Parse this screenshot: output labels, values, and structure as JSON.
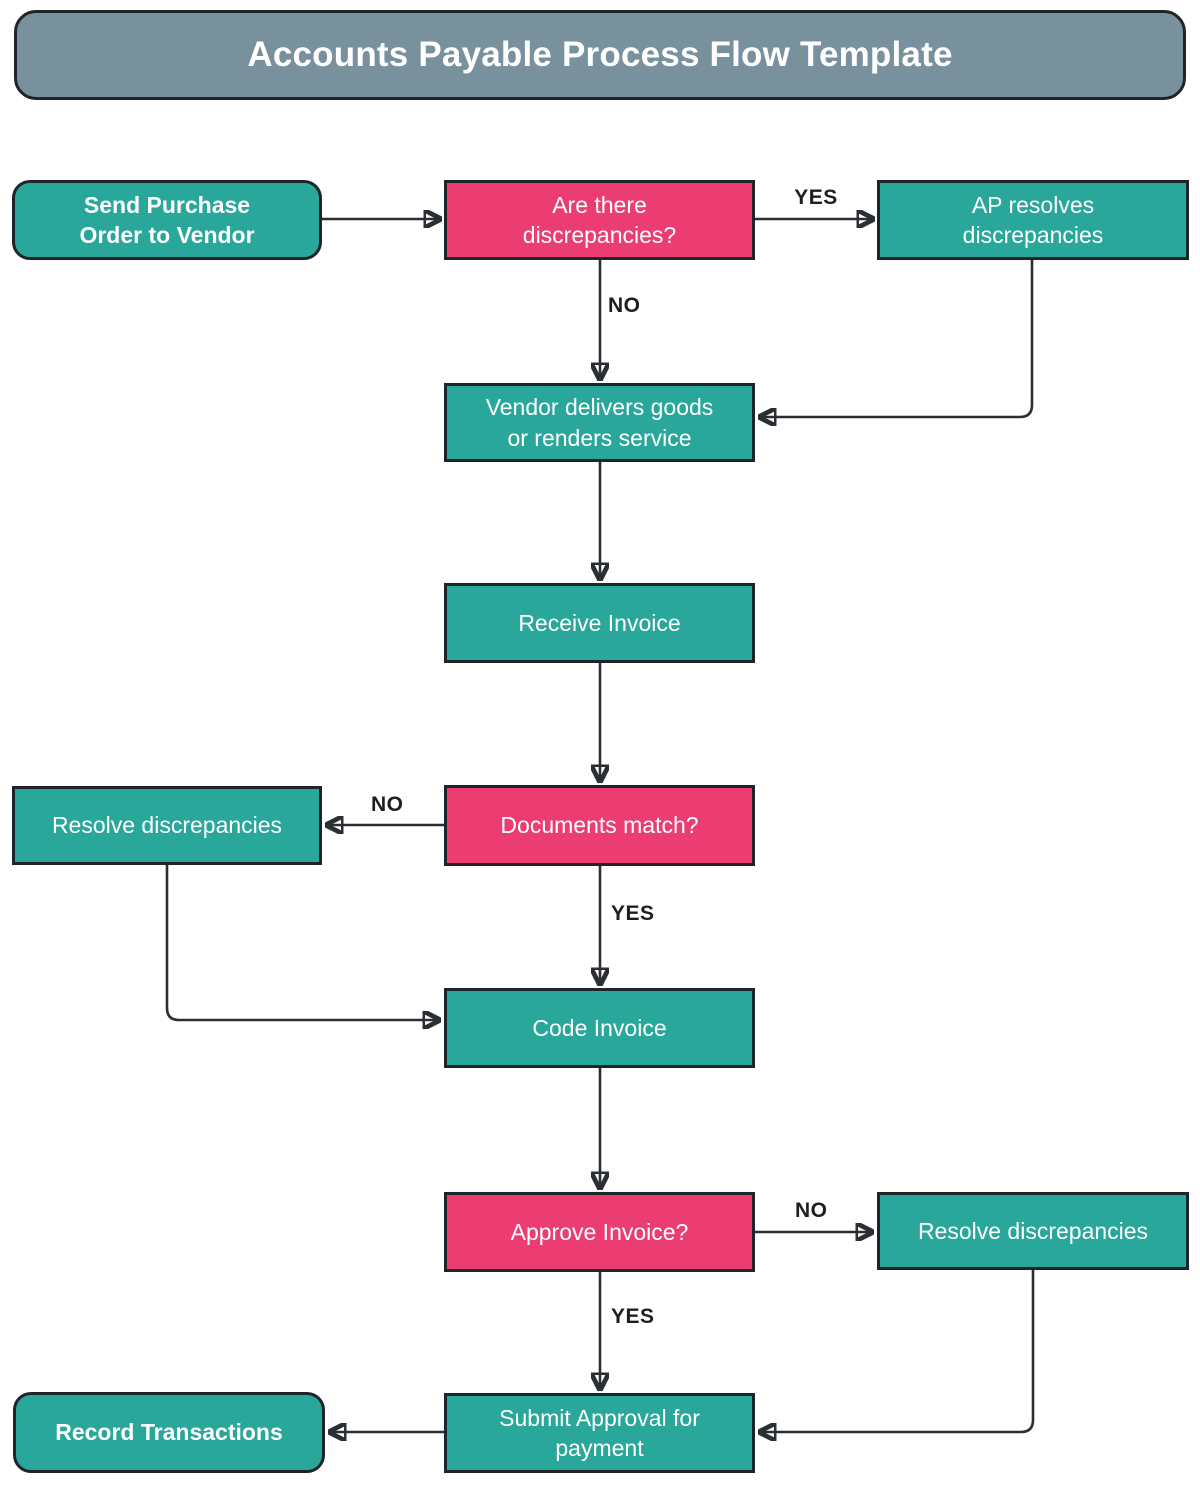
{
  "title": "Accounts Payable Process Flow Template",
  "colors": {
    "teal": "#2AA79B",
    "pink": "#EC3D72",
    "slate": "#78919D",
    "border": "#1D242A",
    "connector": "#2B2F33",
    "label": "#1E1E1E"
  },
  "nodes": {
    "send_po": {
      "label": "Send Purchase\nOrder to Vendor"
    },
    "discrepancies_q": {
      "label": "Are there\ndiscrepancies?"
    },
    "ap_resolves": {
      "label": "AP resolves\ndiscrepancies"
    },
    "vendor_delivers": {
      "label": "Vendor delivers goods\nor renders service"
    },
    "receive_invoice": {
      "label": "Receive Invoice"
    },
    "resolve_left": {
      "label": "Resolve discrepancies"
    },
    "documents_match_q": {
      "label": "Documents match?"
    },
    "code_invoice": {
      "label": "Code Invoice"
    },
    "approve_invoice_q": {
      "label": "Approve Invoice?"
    },
    "resolve_right": {
      "label": "Resolve discrepancies"
    },
    "submit_approval": {
      "label": "Submit Approval for\npayment"
    },
    "record_transactions": {
      "label": "Record Transactions"
    }
  },
  "edge_labels": {
    "yes_discrepancies": "YES",
    "no_discrepancies": "NO",
    "no_documents_match": "NO",
    "yes_documents_match": "YES",
    "no_approve": "NO",
    "yes_approve": "YES"
  }
}
